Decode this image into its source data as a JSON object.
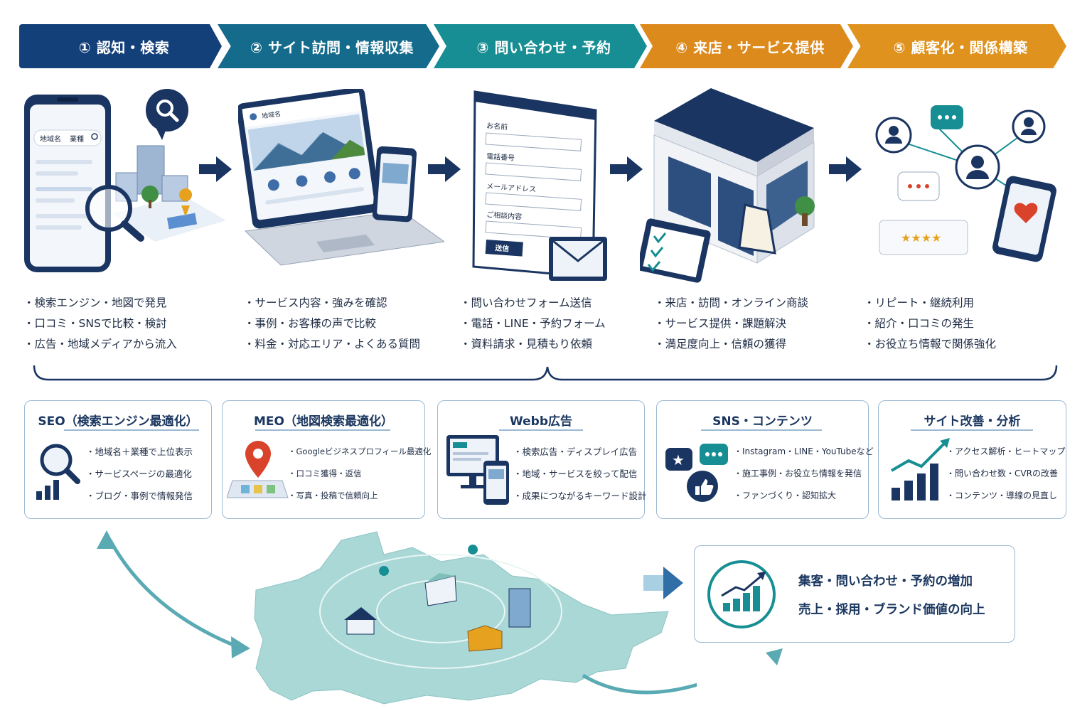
{
  "steps": [
    {
      "label": "① 認知・検索"
    },
    {
      "label": "② サイト訪問・情報収集"
    },
    {
      "label": "③ 問い合わせ・予約"
    },
    {
      "label": "④ 来店・サービス提供"
    },
    {
      "label": "⑤ 顧客化・関係構築"
    }
  ],
  "illustrations": {
    "phone_search": {
      "field": "地域名",
      "field2": "業種"
    },
    "laptop_site": {
      "header": "地域名"
    },
    "form": {
      "fields": [
        "お名前",
        "電話番号",
        "メールアドレス",
        "ご相談内容"
      ],
      "submit": "送信"
    }
  },
  "bullets": [
    [
      "検索エンジン・地図で発見",
      "口コミ・SNSで比較・検討",
      "広告・地域メディアから流入"
    ],
    [
      "サービス内容・強みを確認",
      "事例・お客様の声で比較",
      "料金・対応エリア・よくある質問"
    ],
    [
      "問い合わせフォーム送信",
      "電話・LINE・予約フォーム",
      "資料請求・見積もり依頼"
    ],
    [
      "来店・訪問・オンライン商談",
      "サービス提供・課題解決",
      "満足度向上・信頼の獲得"
    ],
    [
      "リピート・継続利用",
      "紹介・口コミの発生",
      "お役立ち情報で関係強化"
    ]
  ],
  "cards": [
    {
      "title": "SEO（検索エンジン最適化）",
      "items": [
        "地域名＋業種で上位表示",
        "サービスページの最適化",
        "ブログ・事例で情報発信"
      ]
    },
    {
      "title": "MEO（地図検索最適化）",
      "items": [
        "Googleビジネスプロフィール最適化",
        "口コミ獲得・返信",
        "写真・投稿で信頼向上"
      ]
    },
    {
      "title": "Webb広告",
      "items": [
        "検索広告・ディスプレイ広告",
        "地域・サービスを絞って配信",
        "成果につながるキーワード設計"
      ]
    },
    {
      "title": "SNS・コンテンツ",
      "items": [
        "Instagram・LINE・YouTubeなど",
        "施工事例・お役立ち情報を発信",
        "ファンづくり・認知拡大"
      ]
    },
    {
      "title": "サイト改善・分析",
      "items": [
        "アクセス解析・ヒートマップ",
        "問い合わせ数・CVRの改善",
        "コンテンツ・導線の見直し"
      ]
    }
  ],
  "result": {
    "line1": "集客・問い合わせ・予約の増加",
    "line2": "売上・採用・ブランド価値の向上"
  },
  "colors": {
    "navy": "#14407a",
    "teal": "#168e93",
    "orange": "#dd8a1d",
    "map": "#a9d8d6"
  }
}
